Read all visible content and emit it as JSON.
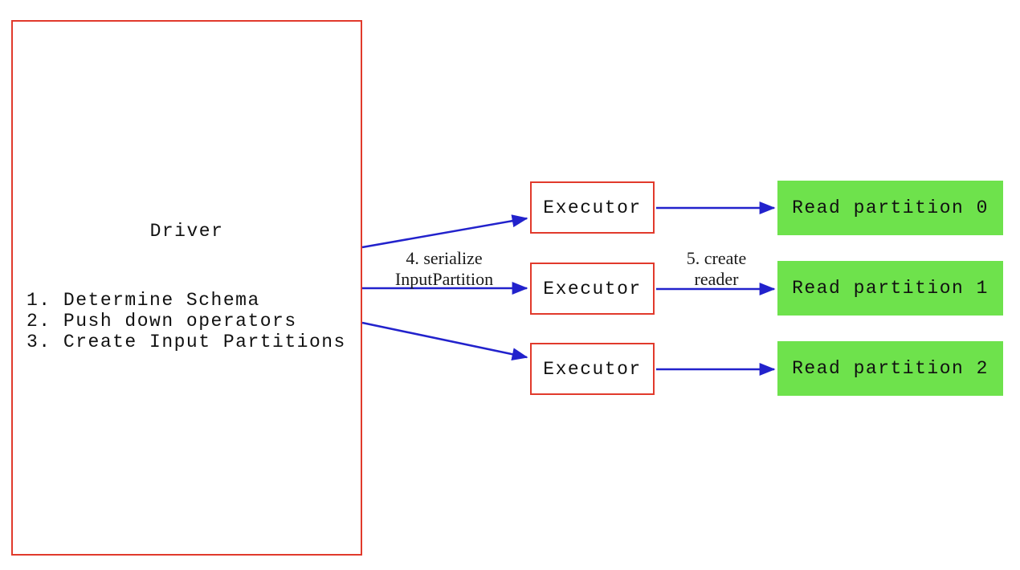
{
  "diagram": {
    "driver": {
      "title": "Driver",
      "steps": [
        "1. Determine Schema",
        "2. Push down operators",
        "3. Create Input Partitions"
      ]
    },
    "executors": [
      "Executor",
      "Executor",
      "Executor"
    ],
    "partitions": [
      "Read partition 0",
      "Read partition 1",
      "Read partition 2"
    ],
    "edge_labels": {
      "serialize_line1": "4. serialize",
      "serialize_line2": "InputPartition",
      "reader_line1": "5. create",
      "reader_line2": "reader"
    },
    "colors": {
      "box_border_red": "#e13a2c",
      "arrow_blue": "#2222cc",
      "partition_green": "#6ee24c",
      "background": "#ffffff",
      "text": "#111111"
    }
  }
}
